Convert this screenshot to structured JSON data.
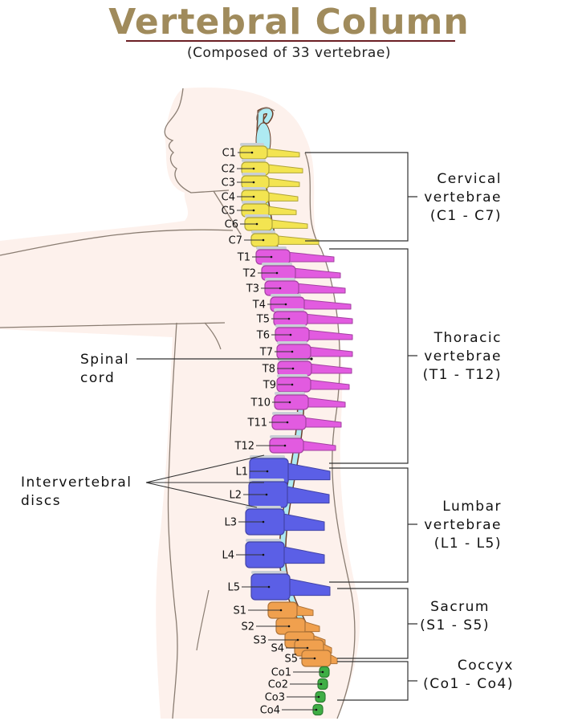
{
  "header": {
    "title": "Vertebral Column",
    "subtitle": "(Composed of 33 vertebrae)"
  },
  "colors": {
    "title": "#a08b5c",
    "title_rule": "#6b1f24",
    "skin": "#fdf1ec",
    "cervical": "#f3e451",
    "thoracic": "#e25be0",
    "lumbar": "#5b5fe6",
    "sacrum": "#f0a04e",
    "coccyx": "#3fae45",
    "spinal_cord": "#aeeaf2",
    "disc": "#c9cfd6"
  },
  "regions": [
    {
      "id": "cervical",
      "name": "Cervical",
      "line2": "vertebrae",
      "range": "(C1 - C7)"
    },
    {
      "id": "thoracic",
      "name": "Thoracic",
      "line2": "vertebrae",
      "range": "(T1 - T12)"
    },
    {
      "id": "lumbar",
      "name": "Lumbar",
      "line2": "vertebrae",
      "range": "(L1 - L5)"
    },
    {
      "id": "sacrum",
      "name": "Sacrum",
      "range": "(S1 - S5)"
    },
    {
      "id": "coccyx",
      "name": "Coccyx",
      "range": "(Co1 - Co4)"
    }
  ],
  "left_callouts": {
    "spinal_cord": [
      "Spinal",
      "cord"
    ],
    "intervertebral_discs": [
      "Intervertebral",
      "discs"
    ]
  },
  "vertebrae": {
    "cervical": [
      "C1",
      "C2",
      "C3",
      "C4",
      "C5",
      "C6",
      "C7"
    ],
    "thoracic": [
      "T1",
      "T2",
      "T3",
      "T4",
      "T5",
      "T6",
      "T7",
      "T8",
      "T9",
      "T10",
      "T11",
      "T12"
    ],
    "lumbar": [
      "L1",
      "L2",
      "L3",
      "L4",
      "L5"
    ],
    "sacrum": [
      "S1",
      "S2",
      "S3",
      "S4",
      "S5"
    ],
    "coccyx": [
      "Co1",
      "Co2",
      "Co3",
      "Co4"
    ]
  }
}
